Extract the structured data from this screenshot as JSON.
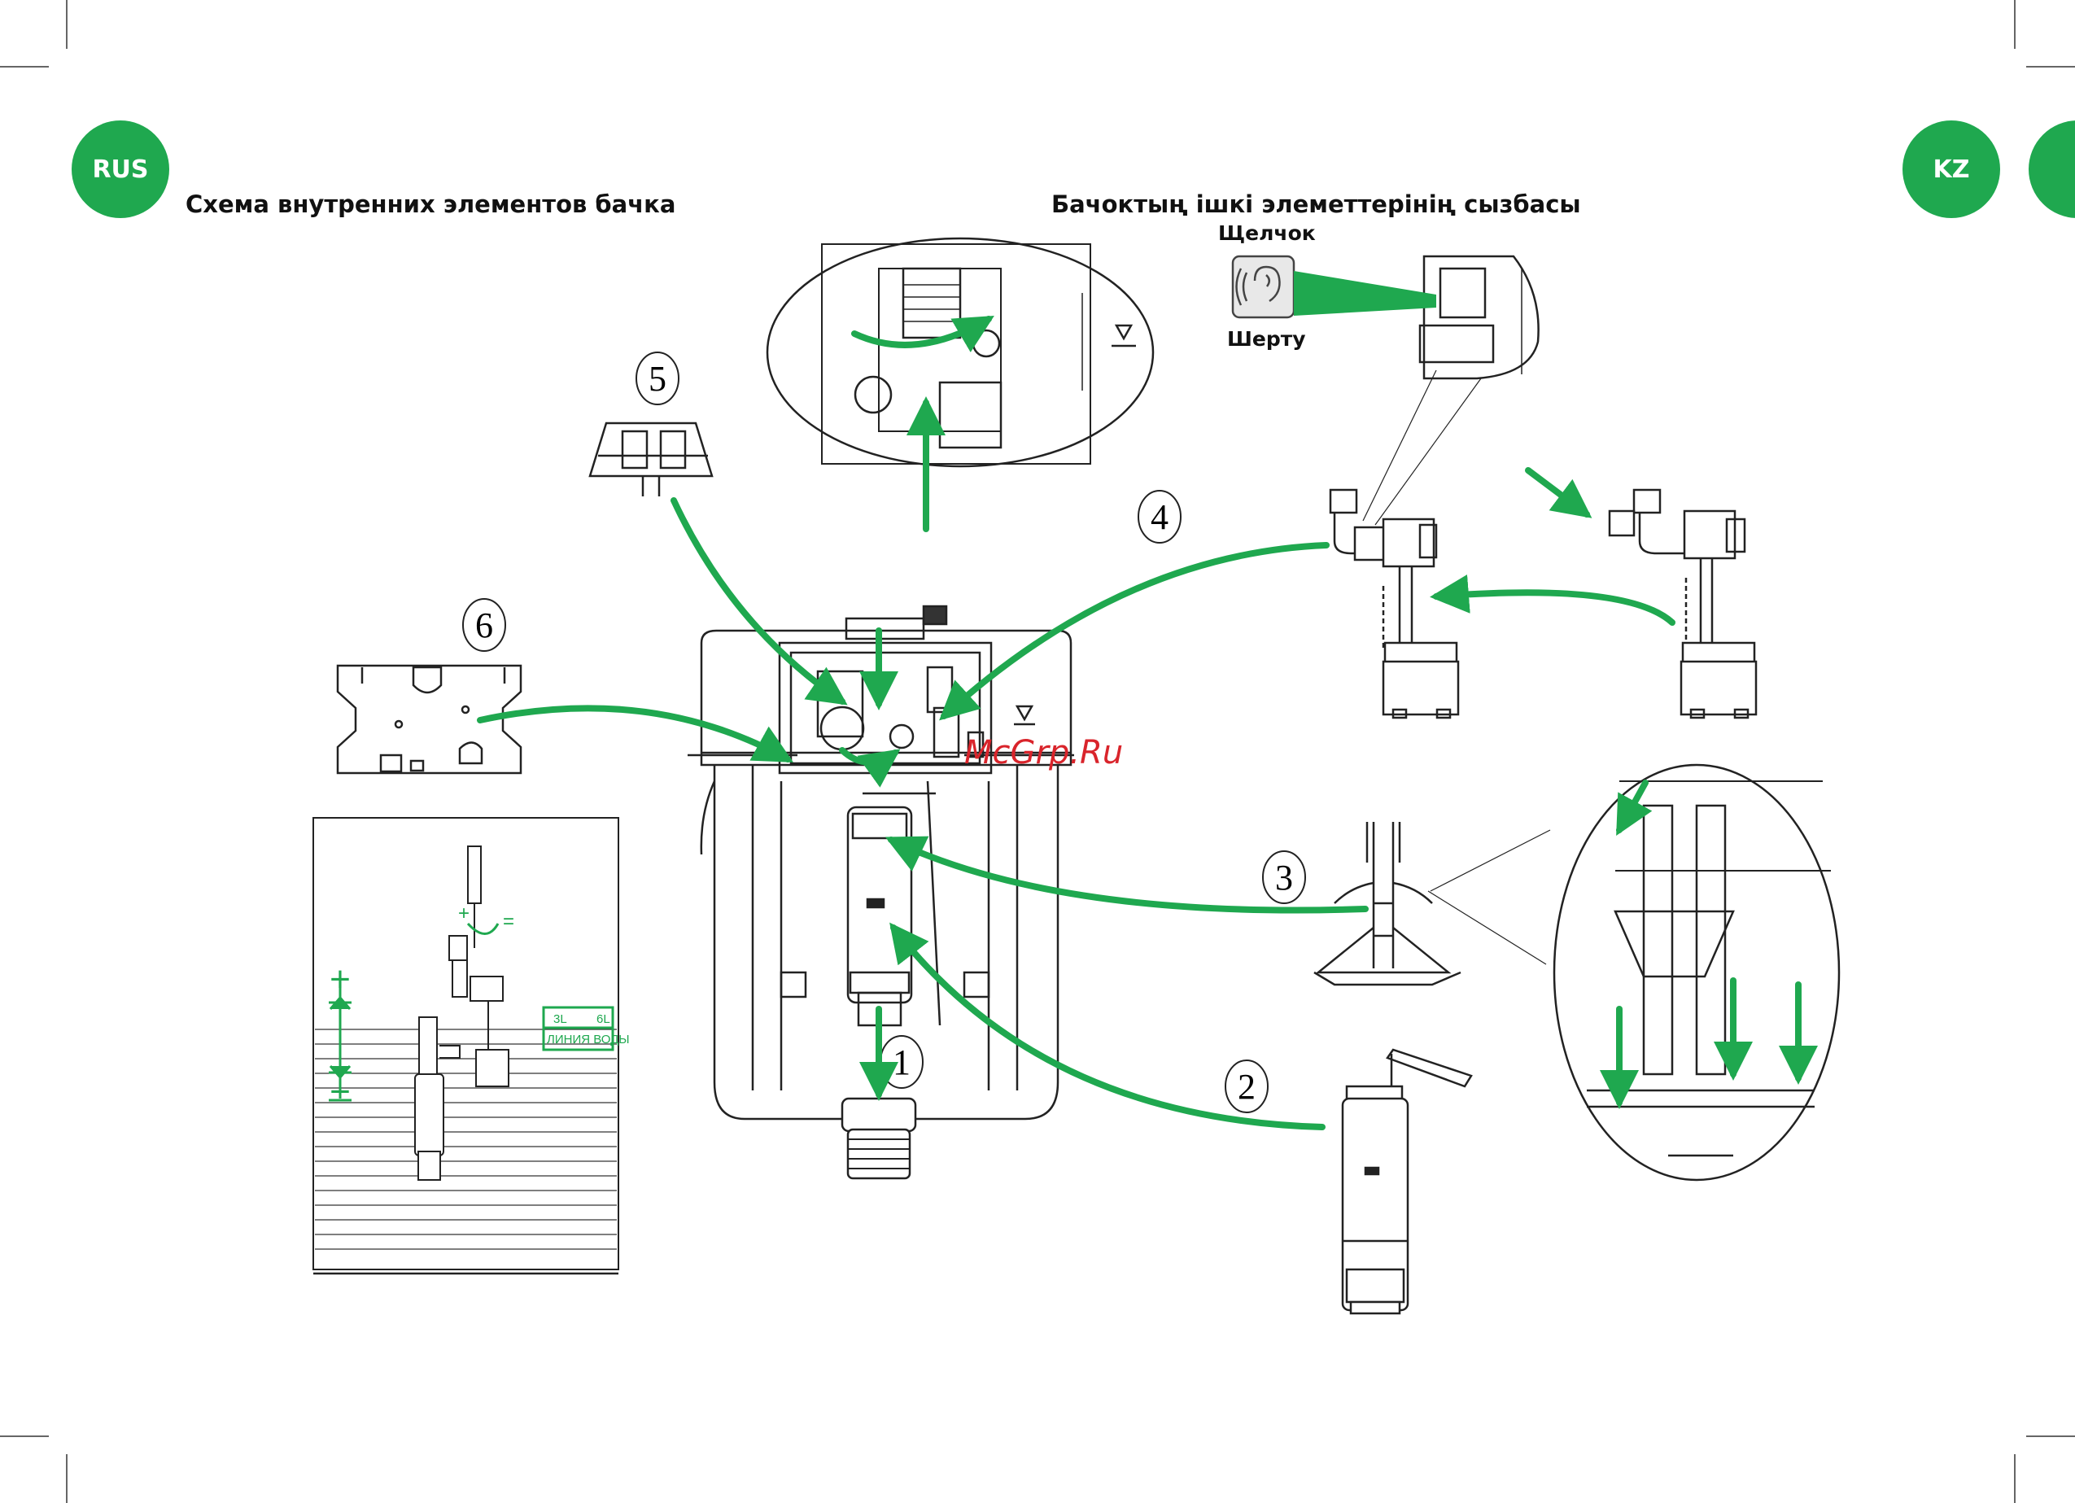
{
  "badges": {
    "left": "RUS",
    "right": "KZ"
  },
  "headings": {
    "left": "Схема внутренних элементов бачка",
    "right": "Бачоктың ішкі элеметтерінің сызбасы"
  },
  "sound": {
    "top": "Щелчок",
    "bottom": "Шерту"
  },
  "watermark": "McGrp.Ru",
  "callouts": [
    "1",
    "2",
    "3",
    "4",
    "5",
    "6"
  ],
  "adjust_panel": {
    "plus_small": "+",
    "minus_small": "=",
    "plus": "+",
    "minus": "−",
    "volume_left": "3L",
    "volume_right": "6L",
    "water_line": "ЛИНИЯ ВОДЫ"
  },
  "colors": {
    "accent": "#1fa84f",
    "line": "#222222",
    "watermark": "#d9242b"
  },
  "icons": {
    "sound": "ear-sound-icon",
    "level_mark": "water-level-triangle-icon"
  }
}
